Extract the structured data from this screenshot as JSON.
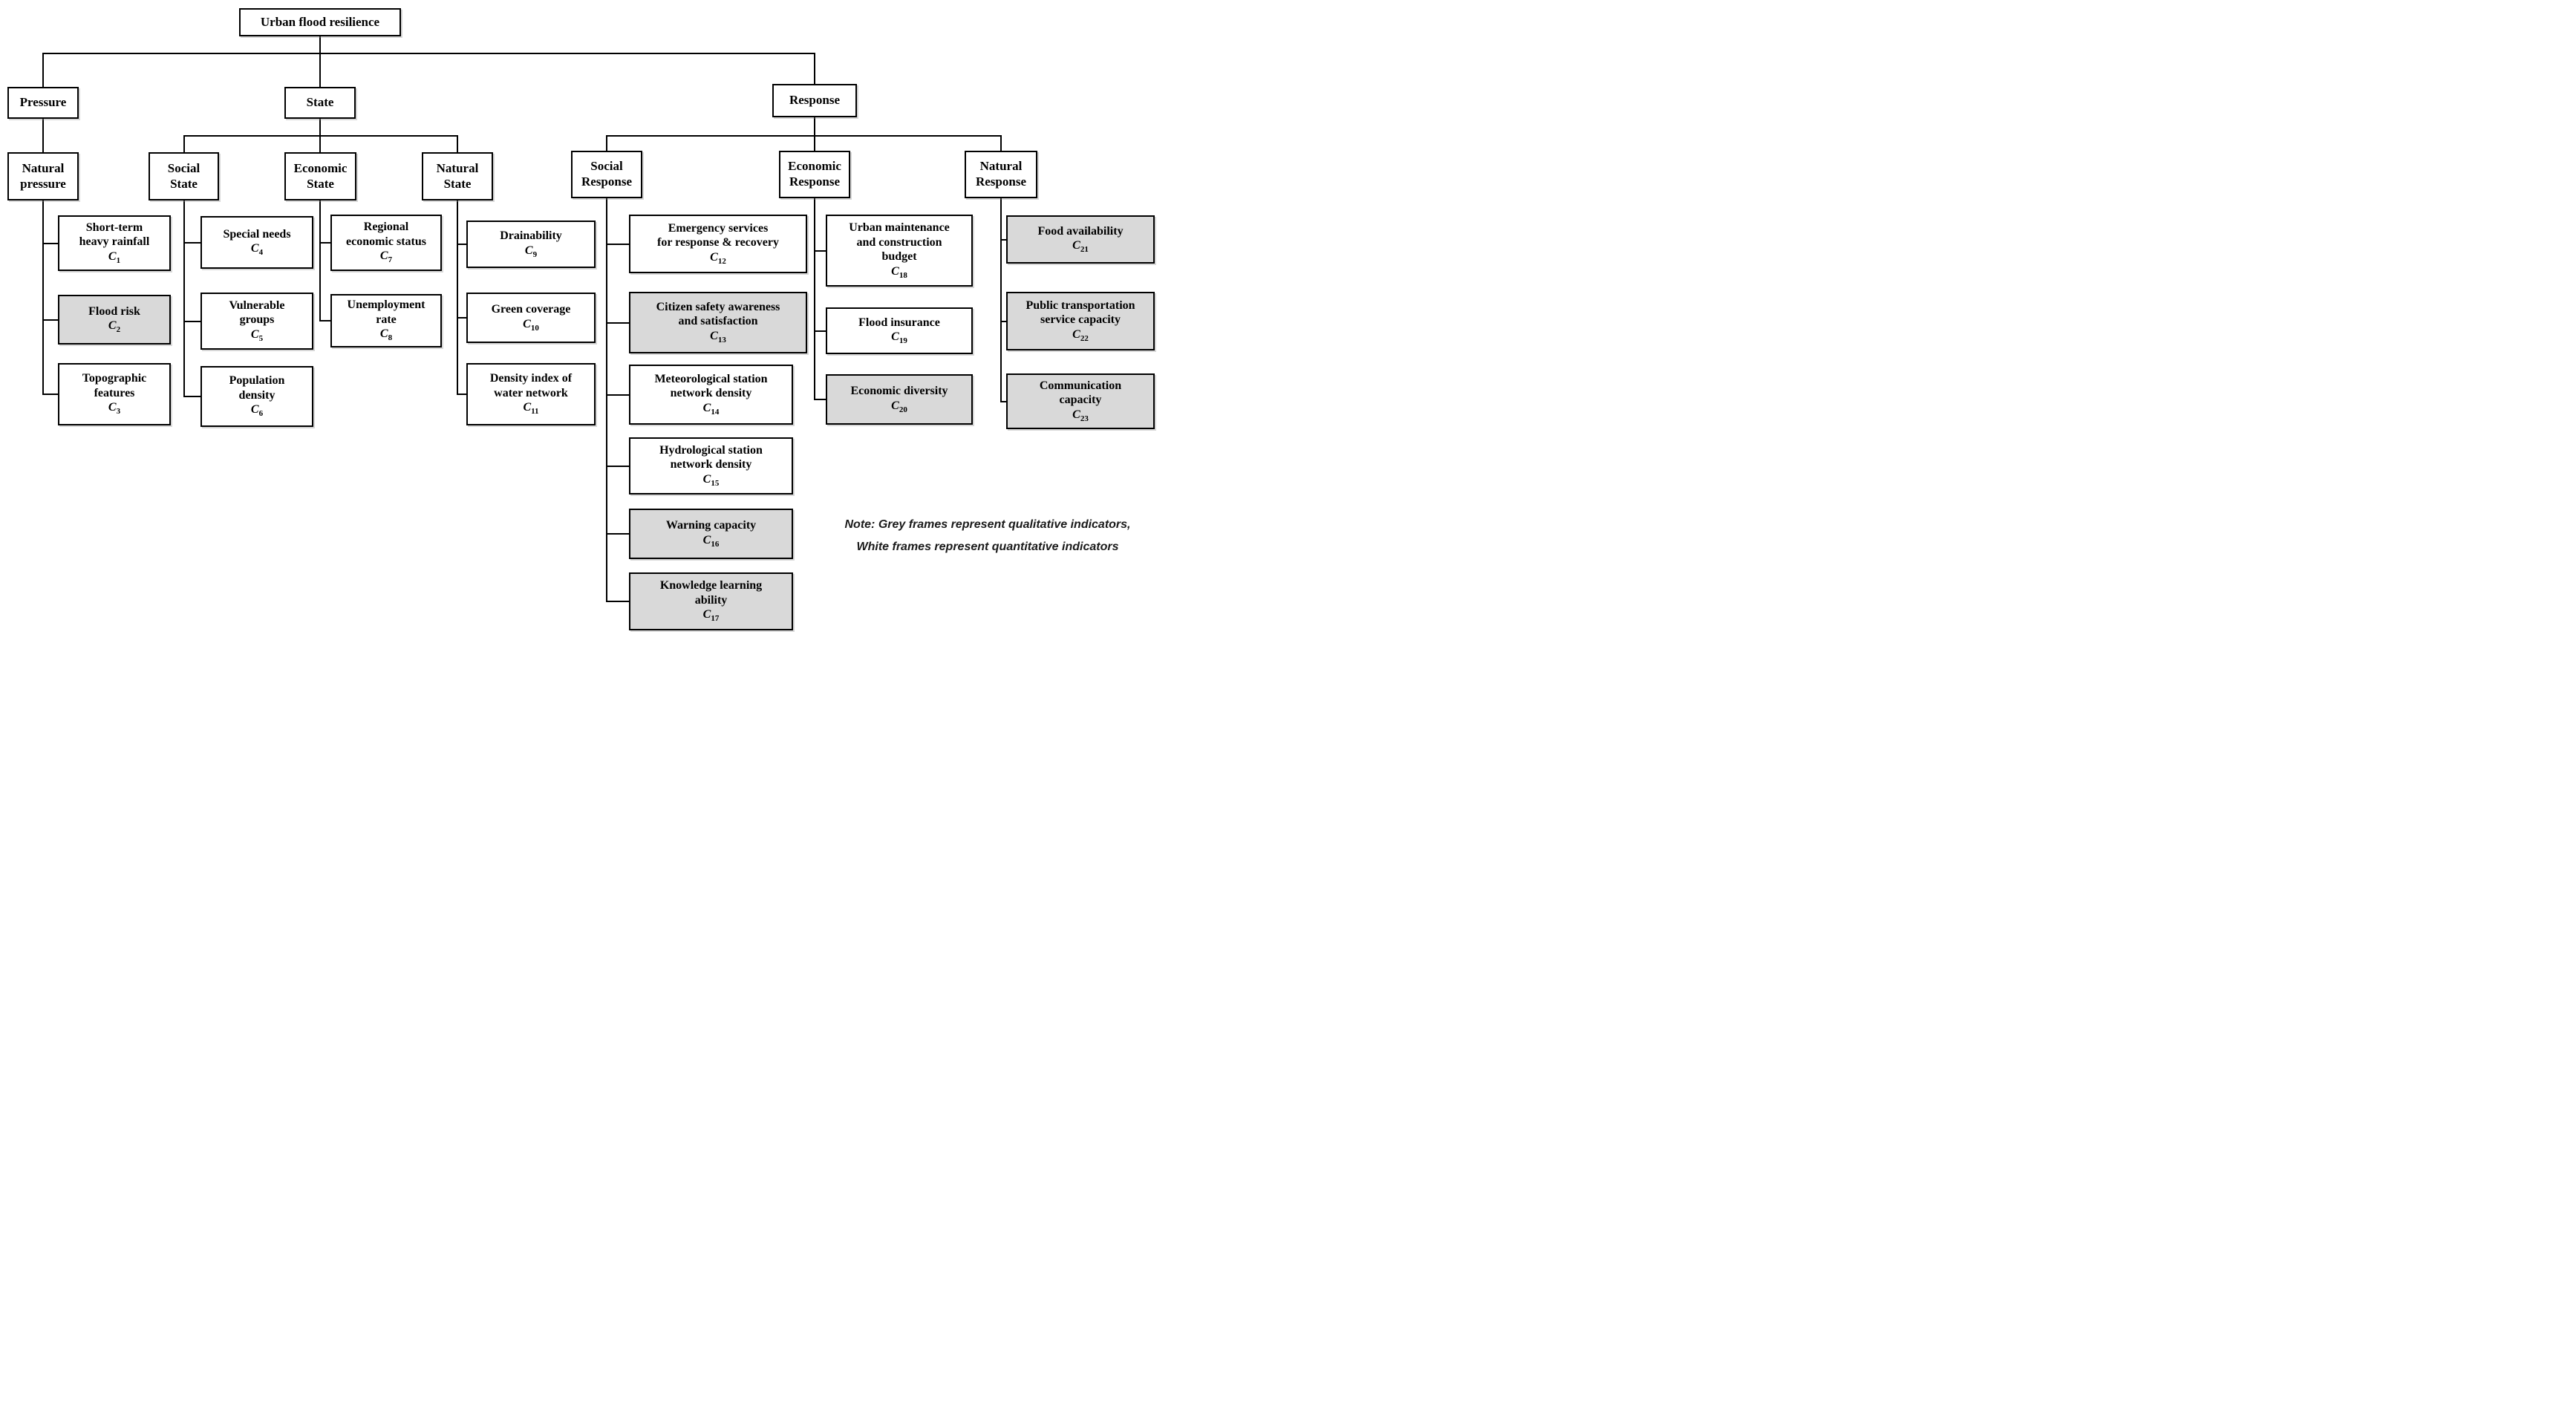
{
  "title": "Urban flood resilience",
  "colors": {
    "qualitative_fill": "#d9d9d9",
    "quantitative_fill": "#ffffff",
    "line": "#000000",
    "border": "#000000"
  },
  "legend_note": {
    "text": "Note: Grey frames represent qualitative indicators,\nWhite frames represent  quantitative indicators"
  },
  "levels": {
    "pressure": "Pressure",
    "state": "State",
    "response": "Response",
    "natural_pressure": "Natural\npressure",
    "social_state": "Social\nState",
    "economic_state": "Economic\nState",
    "natural_state": "Natural\nState",
    "social_response": "Social\nResponse",
    "economic_response": "Economic\nResponse",
    "natural_response": "Natural\nResponse"
  },
  "indicators": {
    "c1": {
      "label": "Short-term\nheavy rainfall",
      "symbol": "C",
      "sub": "1",
      "qualitative": false
    },
    "c2": {
      "label": "Flood risk",
      "symbol": "C",
      "sub": "2",
      "qualitative": true
    },
    "c3": {
      "label": "Topographic\nfeatures",
      "symbol": "C",
      "sub": "3",
      "qualitative": false
    },
    "c4": {
      "label": "Special needs",
      "symbol": "C",
      "sub": "4",
      "qualitative": false
    },
    "c5": {
      "label": "Vulnerable\ngroups",
      "symbol": "C",
      "sub": "5",
      "qualitative": false
    },
    "c6": {
      "label": "Population\ndensity",
      "symbol": "C",
      "sub": "6",
      "qualitative": false
    },
    "c7": {
      "label": "Regional\neconomic status",
      "symbol": "C",
      "sub": "7",
      "qualitative": false
    },
    "c8": {
      "label": "Unemployment\nrate",
      "symbol": "C",
      "sub": "8",
      "qualitative": false
    },
    "c9": {
      "label": "Drainability",
      "symbol": "C",
      "sub": "9",
      "qualitative": false
    },
    "c10": {
      "label": "Green coverage",
      "symbol": "C",
      "sub": "10",
      "qualitative": false
    },
    "c11": {
      "label": "Density index of\nwater network",
      "symbol": "C",
      "sub": "11",
      "qualitative": false
    },
    "c12": {
      "label": "Emergency services\nfor response & recovery",
      "symbol": "C",
      "sub": "12",
      "qualitative": false
    },
    "c13": {
      "label": "Citizen safety awareness\nand satisfaction",
      "symbol": "C",
      "sub": "13",
      "qualitative": true
    },
    "c14": {
      "label": "Meteorological station\nnetwork density",
      "symbol": "C",
      "sub": "14",
      "qualitative": false
    },
    "c15": {
      "label": "Hydrological station\nnetwork density",
      "symbol": "C",
      "sub": "15",
      "qualitative": false
    },
    "c16": {
      "label": "Warning capacity",
      "symbol": "C",
      "sub": "16",
      "qualitative": true
    },
    "c17": {
      "label": "Knowledge learning\nability",
      "symbol": "C",
      "sub": "17",
      "qualitative": true
    },
    "c18": {
      "label": "Urban maintenance\nand construction\nbudget",
      "symbol": "C",
      "sub": "18",
      "qualitative": false
    },
    "c19": {
      "label": "Flood insurance",
      "symbol": "C",
      "sub": "19",
      "qualitative": false
    },
    "c20": {
      "label": "Economic diversity",
      "symbol": "C",
      "sub": "20",
      "qualitative": true
    },
    "c21": {
      "label": "Food availability",
      "symbol": "C",
      "sub": "21",
      "qualitative": true
    },
    "c22": {
      "label": "Public transportation\nservice capacity",
      "symbol": "C",
      "sub": "22",
      "qualitative": true
    },
    "c23": {
      "label": "Communication\ncapacity",
      "symbol": "C",
      "sub": "23",
      "qualitative": true
    }
  }
}
